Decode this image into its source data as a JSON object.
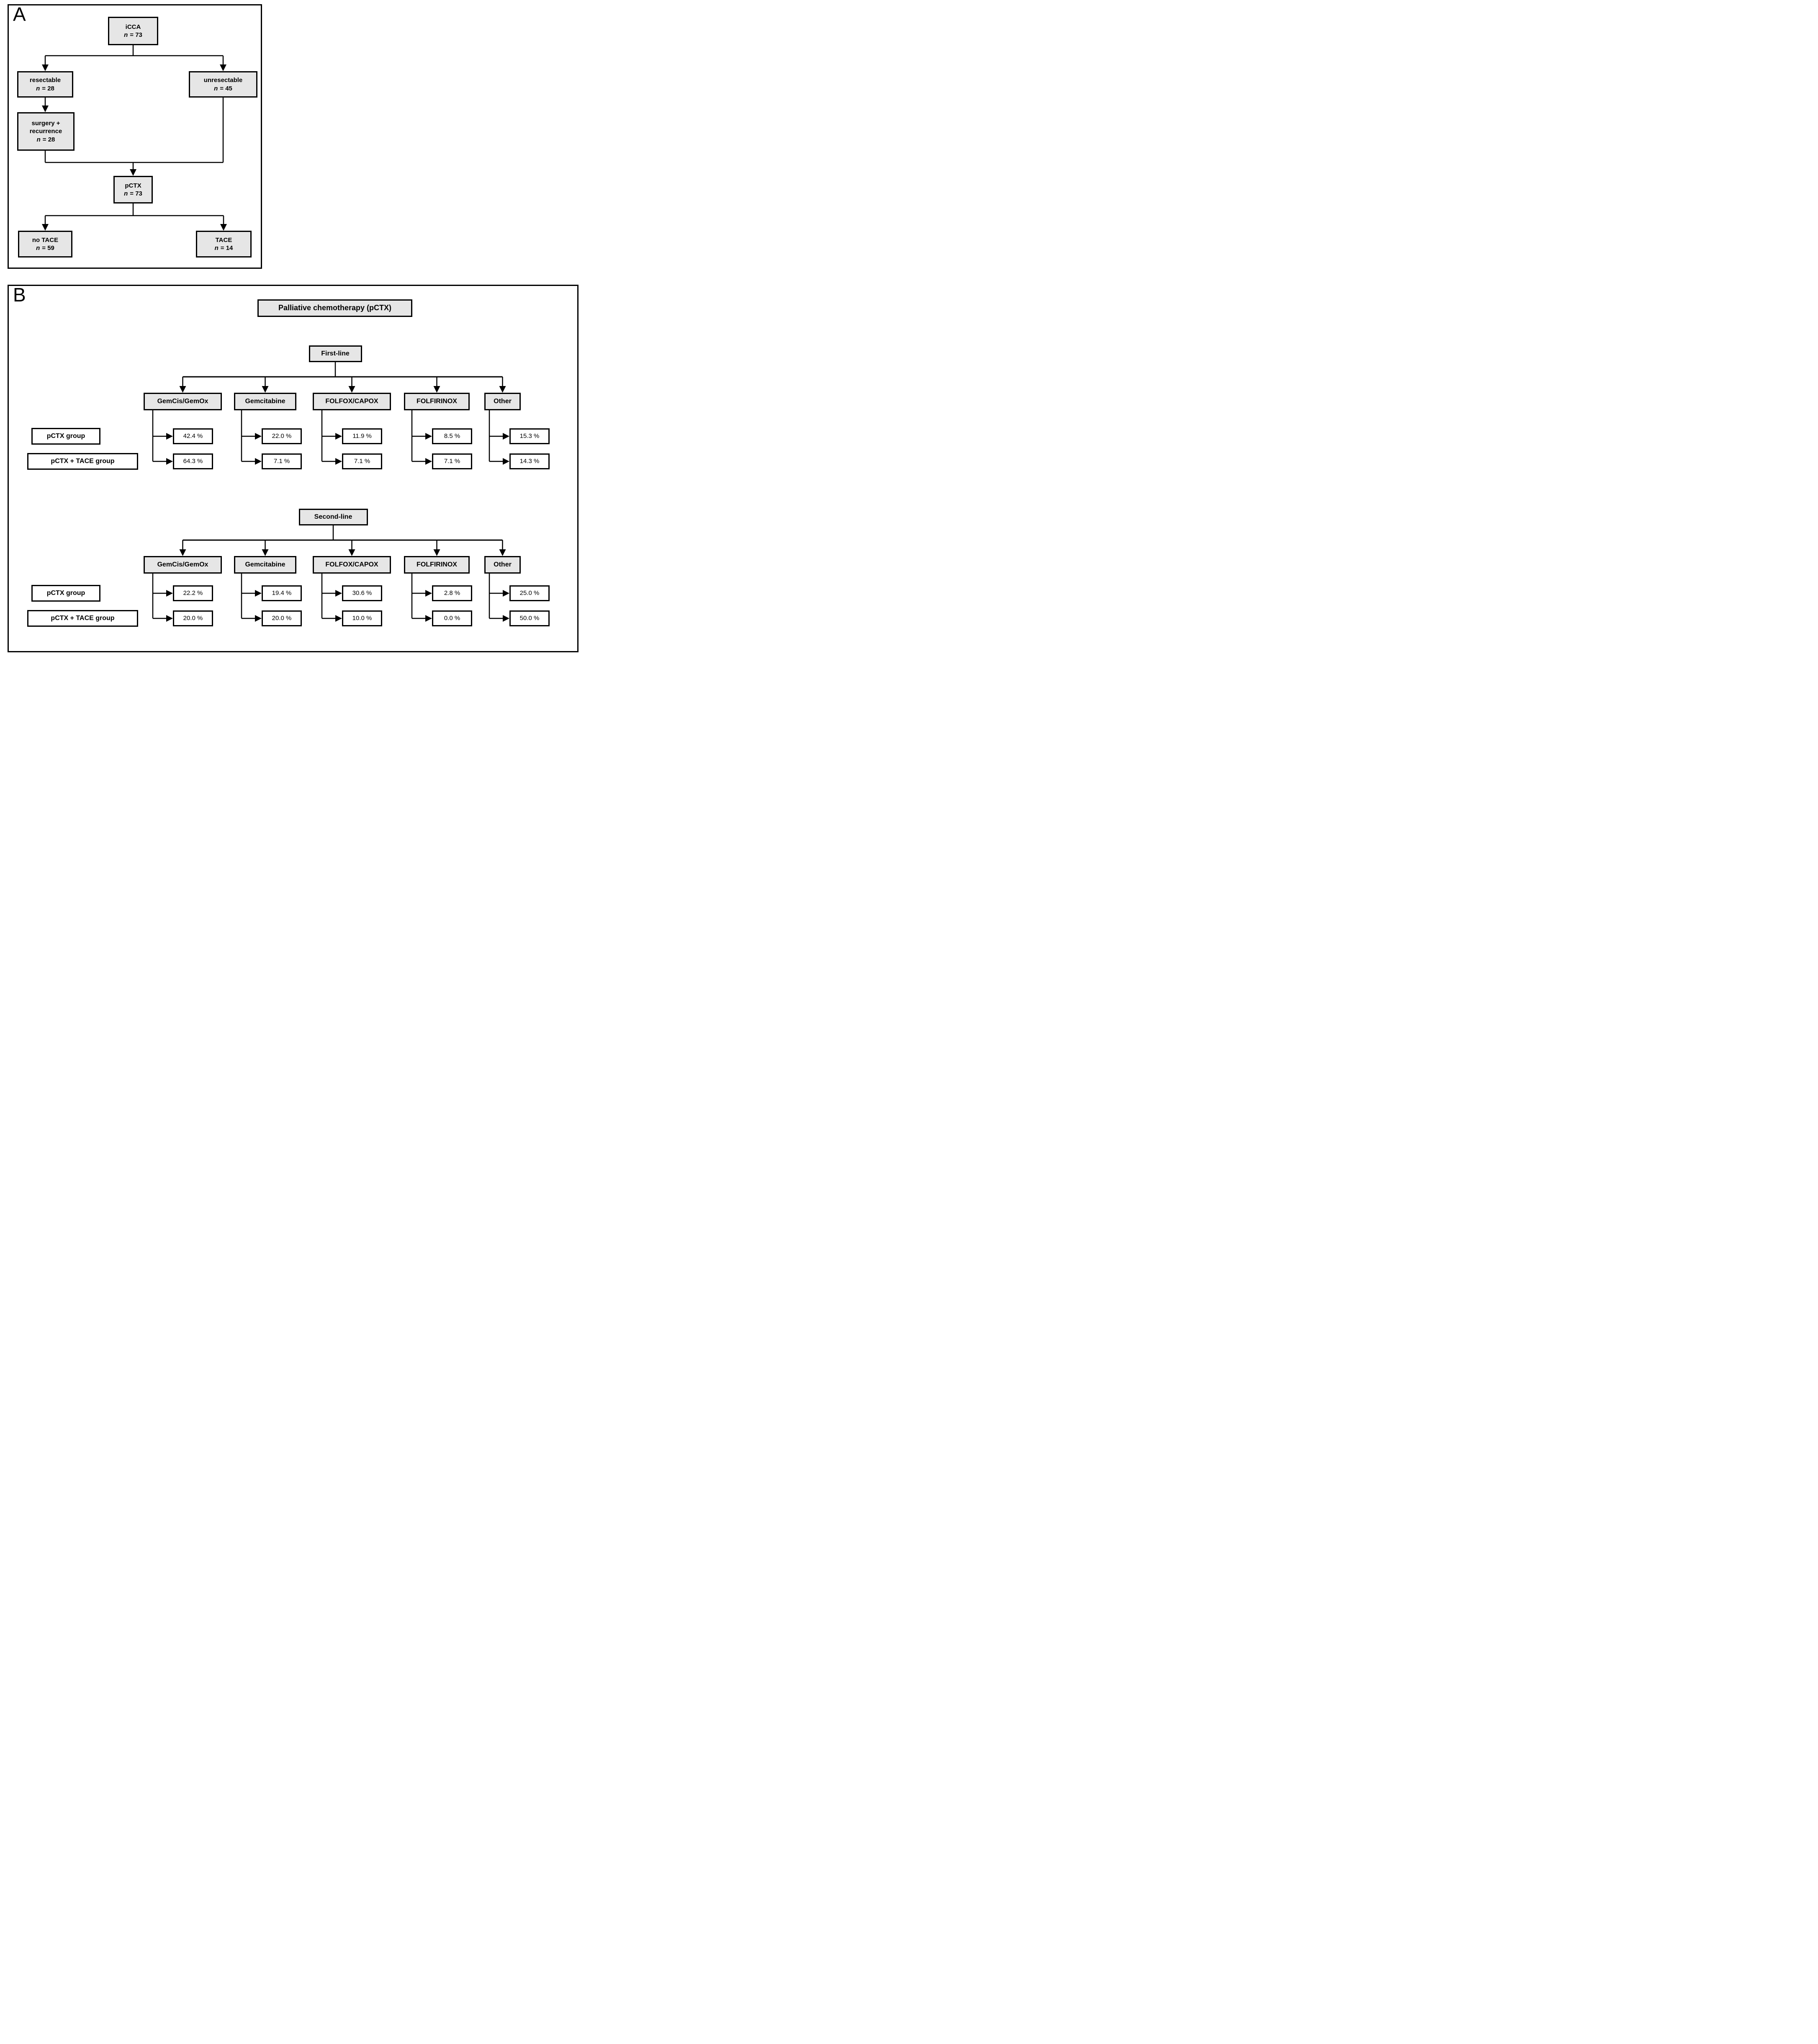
{
  "panel_a": {
    "label": "A",
    "nodes": [
      {
        "id": "icca",
        "line1": "iCCA",
        "n_sym": "n",
        "n_val": "= 73"
      },
      {
        "id": "resectable",
        "line1": "resectable",
        "n_sym": "n",
        "n_val": "= 28"
      },
      {
        "id": "unresectable",
        "line1": "unresectable",
        "n_sym": "n",
        "n_val": "= 45"
      },
      {
        "id": "surgery",
        "line1": "surgery +",
        "line2": "recurrence",
        "n_sym": "n",
        "n_val": "= 28"
      },
      {
        "id": "pctx",
        "line1": "pCTX",
        "n_sym": "n",
        "n_val": "= 73"
      },
      {
        "id": "no_tace",
        "line1": "no TACE",
        "n_sym": "n",
        "n_val": "= 59"
      },
      {
        "id": "tace",
        "line1": "TACE",
        "n_sym": "n",
        "n_val": "= 14"
      }
    ]
  },
  "panel_b": {
    "label": "B",
    "title": "Palliative chemotherapy (pCTX)",
    "row_labels": [
      "pCTX group",
      "pCTX + TACE group"
    ],
    "sections": [
      {
        "header": "First-line",
        "columns": [
          {
            "drug": "GemCis/GemOx",
            "pctx": "42.4 %",
            "tace": "64.3 %"
          },
          {
            "drug": "Gemcitabine",
            "pctx": "22.0 %",
            "tace": "7.1 %"
          },
          {
            "drug": "FOLFOX/CAPOX",
            "pctx": "11.9 %",
            "tace": "7.1 %"
          },
          {
            "drug": "FOLFIRINOX",
            "pctx": "8.5 %",
            "tace": "7.1 %"
          },
          {
            "drug": "Other",
            "pctx": "15.3 %",
            "tace": "14.3 %"
          }
        ]
      },
      {
        "header": "Second-line",
        "columns": [
          {
            "drug": "GemCis/GemOx",
            "pctx": "22.2 %",
            "tace": "20.0 %"
          },
          {
            "drug": "Gemcitabine",
            "pctx": "19.4 %",
            "tace": "20.0 %"
          },
          {
            "drug": "FOLFOX/CAPOX",
            "pctx": "30.6 %",
            "tace": "10.0 %"
          },
          {
            "drug": "FOLFIRINOX",
            "pctx": "2.8 %",
            "tace": "0.0 %"
          },
          {
            "drug": "Other",
            "pctx": "25.0 %",
            "tace": "50.0 %"
          }
        ]
      }
    ]
  },
  "colors": {
    "box_fill": "#e6e6e6",
    "box_border": "#000000",
    "connector": "#000000",
    "background": "#ffffff"
  }
}
